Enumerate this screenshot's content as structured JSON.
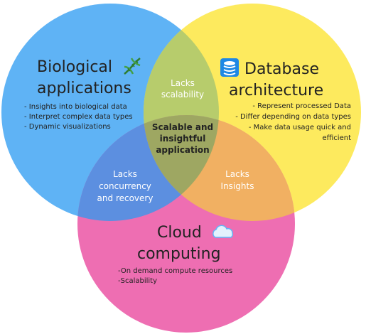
{
  "colors": {
    "biological": "#5fb3f5",
    "database": "#fdea5e",
    "cloud": "#ee6eb2",
    "bio_db": "#b7cc6c",
    "bio_cloud": "#5c8fe0",
    "db_cloud": "#f1b062",
    "center": "#9ea762"
  },
  "biological": {
    "title_line1": "Biological",
    "title_line2": "applications",
    "icon": "dna-icon",
    "bullets": [
      "- Insights into biological data",
      "- Interpret complex data types",
      "- Dynamic visualizations"
    ]
  },
  "database": {
    "title_line1": "Database",
    "title_line2": "architecture",
    "icon": "database-icon",
    "bullets": [
      "- Represent processed Data",
      "- Differ depending on data types",
      "- Make data usage quick and",
      "efficient"
    ]
  },
  "cloud": {
    "title_line1": "Cloud",
    "title_line2": "computing",
    "icon": "cloud-icon",
    "bullets": [
      "-On demand compute resources",
      "-Scalability"
    ]
  },
  "overlaps": {
    "bio_db": [
      "Lacks",
      "scalability"
    ],
    "bio_cloud": [
      "Lacks",
      "concurrency",
      "and recovery"
    ],
    "db_cloud": [
      "Lacks",
      "Insights"
    ],
    "center": [
      "Scalable and",
      "insightful",
      "application"
    ]
  }
}
